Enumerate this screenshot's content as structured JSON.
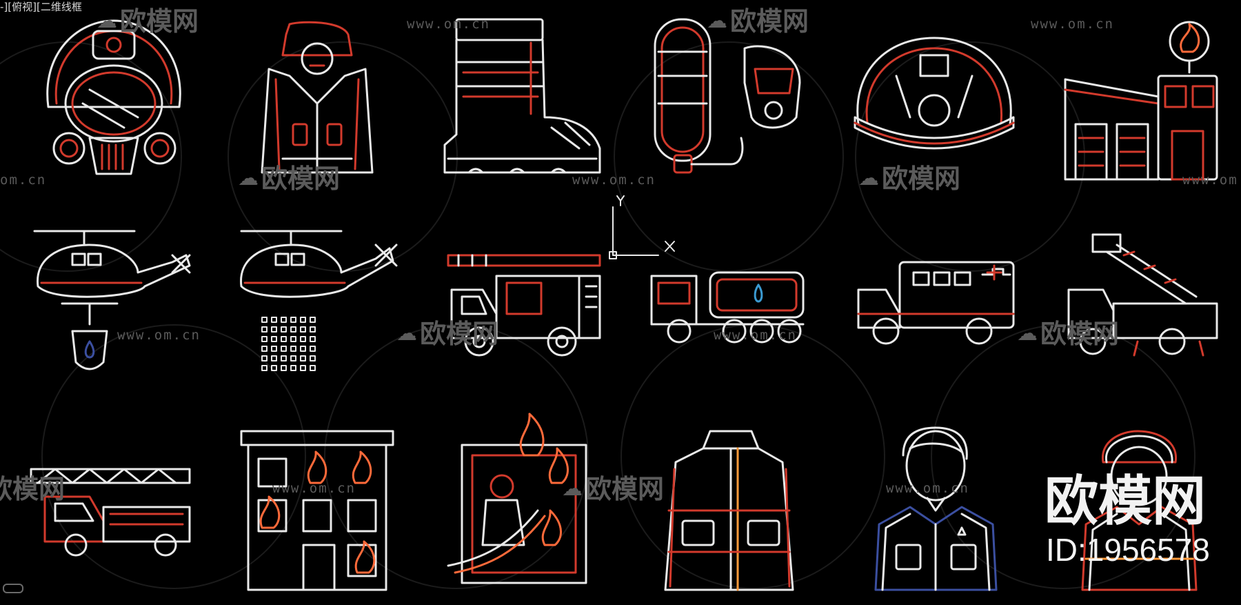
{
  "viewport": {
    "label": "-][俯视][二维线框"
  },
  "watermark": {
    "url": "www.om.cn",
    "url_short": "om.cn",
    "logo_text": "欧模网",
    "logo_partial": "欧模网"
  },
  "brand": {
    "name": "欧模网",
    "id": "ID:1956578"
  },
  "ucs": {
    "y_label": "Y",
    "x_label": "X"
  },
  "colors": {
    "background": "#000000",
    "line_white": "#e9e9e9",
    "line_red": "#d23a2c",
    "line_orange": "#ff6a3a",
    "line_blue": "#3b4fa0",
    "watermark": "#5a5a5a"
  },
  "icons": [
    "gas-mask-helmet-icon",
    "firefighter-suit-icon",
    "fire-boot-icon",
    "breathing-apparatus-icon",
    "fire-helmet-icon",
    "fire-station-icon",
    "helicopter-bucket-icon",
    "helicopter-water-drop-icon",
    "ladder-truck-icon",
    "water-tanker-icon",
    "ambulance-icon",
    "aerial-crane-truck-icon",
    "ladder-engine-icon",
    "burning-building-icon",
    "firefighter-hose-icon",
    "fire-jacket-icon",
    "firefighter-officer-icon",
    "firefighter-portrait-icon"
  ]
}
